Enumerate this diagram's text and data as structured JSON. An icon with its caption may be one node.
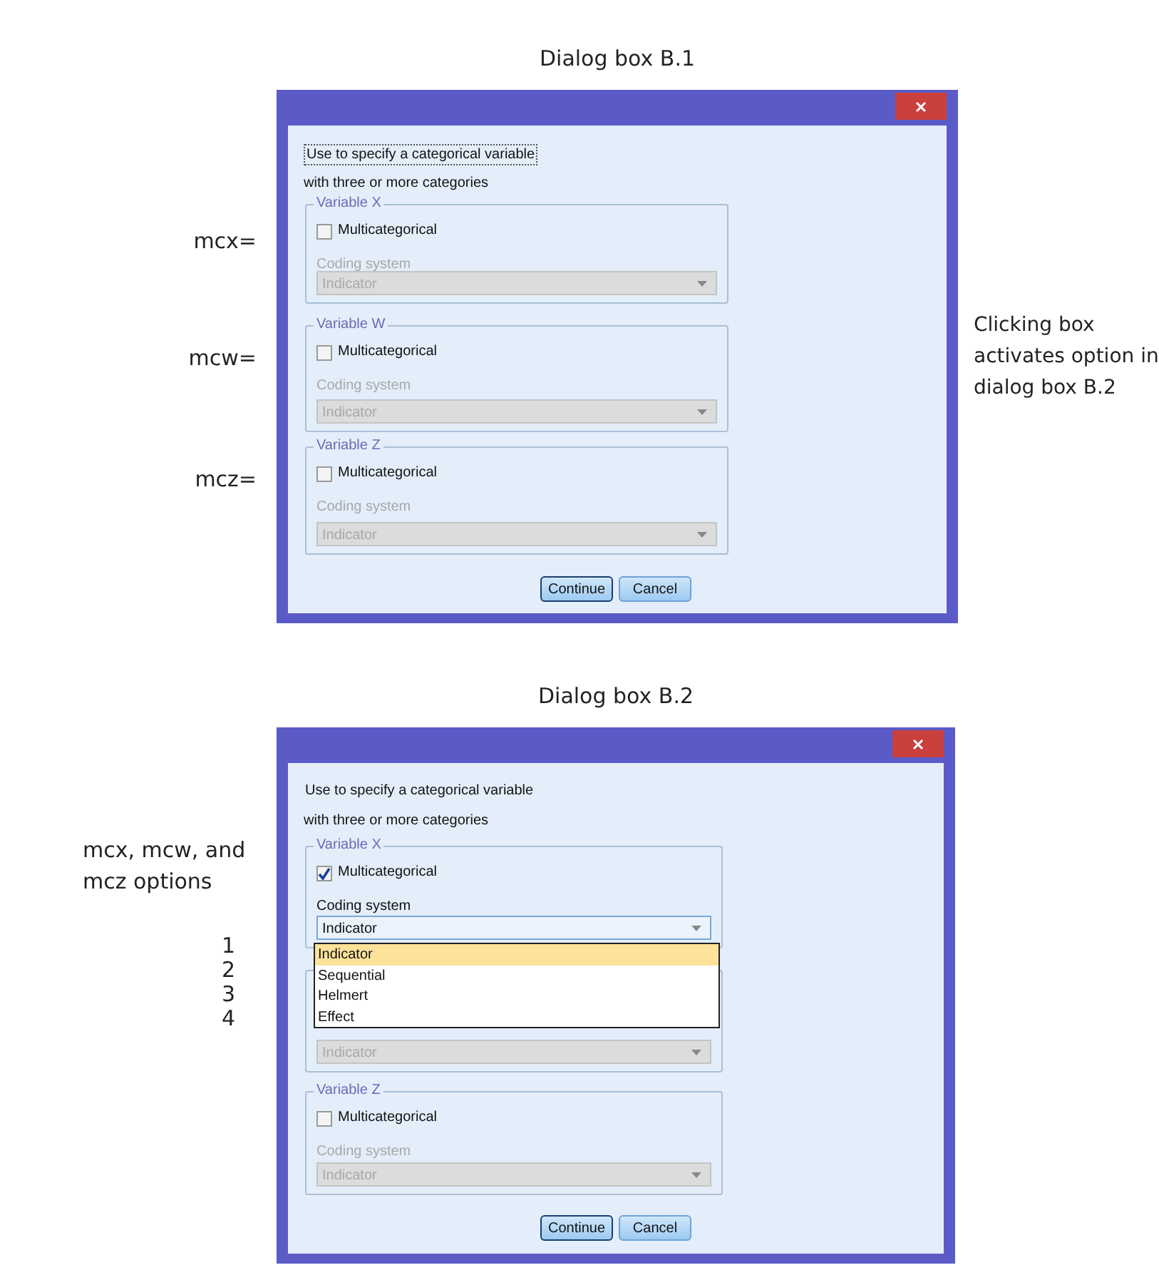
{
  "diagram": {
    "nodes": [
      {
        "text": [
          "Dialog box B.1",
          "Use to specify a categorical variable",
          "with three or more categories"
        ]
      },
      {
        "text": [
          "Variable X",
          "Multicategorical",
          "Coding system",
          "Indicator"
        ],
        "in": 0
      },
      {
        "text": [
          "Variable W",
          "Multicategorical",
          "Coding system",
          "Indicator"
        ],
        "in": 0
      },
      {
        "text": [
          "Variable Z",
          "Multicategorical",
          "Coding system",
          "Indicator"
        ],
        "in": 0
      },
      {
        "text": [
          "Continue"
        ],
        "in": 0
      },
      {
        "text": [
          "Cancel"
        ],
        "in": 0
      },
      {
        "text": [
          "Dialog box B.2",
          "Use to specify a categorical variable",
          "with three or more categories"
        ]
      },
      {
        "text": [
          "Variable X",
          "Multicategorical",
          "Coding system",
          "Indicator"
        ],
        "in": 6
      },
      {
        "text": [
          "Indicator",
          "Sequential",
          "Helmert",
          "Effect"
        ],
        "in": 6
      },
      {
        "text": [
          "Indicator"
        ],
        "in": 6
      },
      {
        "text": [
          "Variable Z",
          "Multicategorical",
          "Coding system",
          "Indicator"
        ],
        "in": 6
      },
      {
        "text": [
          "Continue"
        ],
        "in": 6
      },
      {
        "text": [
          "Cancel"
        ],
        "in": 6
      }
    ],
    "edges": [],
    "labels": [
      "mcx=",
      "Clicking box activates option in dialog box B.2",
      "mcw=",
      "mcz=",
      "mcx, mcw, and mcz options",
      "1",
      "2",
      "3",
      "4"
    ]
  }
}
